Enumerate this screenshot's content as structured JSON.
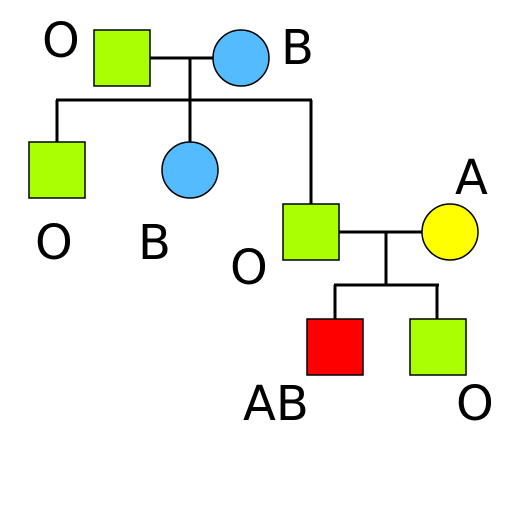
{
  "colors": {
    "type_O": "#aaff00",
    "type_B": "#55bbff",
    "type_A": "#ffff00",
    "type_AB": "#ff0000",
    "outline": "#000000"
  },
  "members": [
    {
      "id": "grandfather",
      "shape": "square",
      "sex": "male",
      "blood_type": "O",
      "label": "O"
    },
    {
      "id": "grandmother",
      "shape": "circle",
      "sex": "female",
      "blood_type": "B",
      "label": "B"
    },
    {
      "id": "child-1",
      "shape": "square",
      "sex": "male",
      "blood_type": "O",
      "label": "O"
    },
    {
      "id": "child-2",
      "shape": "circle",
      "sex": "female",
      "blood_type": "B",
      "label": "B"
    },
    {
      "id": "child-3",
      "shape": "square",
      "sex": "male",
      "blood_type": "O",
      "label": "O"
    },
    {
      "id": "spouse",
      "shape": "circle",
      "sex": "female",
      "blood_type": "A",
      "label": "A"
    },
    {
      "id": "grandchild-1",
      "shape": "square",
      "sex": "male",
      "blood_type": "AB",
      "label": "AB"
    },
    {
      "id": "grandchild-2",
      "shape": "square",
      "sex": "male",
      "blood_type": "O",
      "label": "O"
    }
  ],
  "unions": [
    {
      "partners": [
        "grandfather",
        "grandmother"
      ],
      "children": [
        "child-1",
        "child-2",
        "child-3"
      ]
    },
    {
      "partners": [
        "child-3",
        "spouse"
      ],
      "children": [
        "grandchild-1",
        "grandchild-2"
      ]
    }
  ]
}
